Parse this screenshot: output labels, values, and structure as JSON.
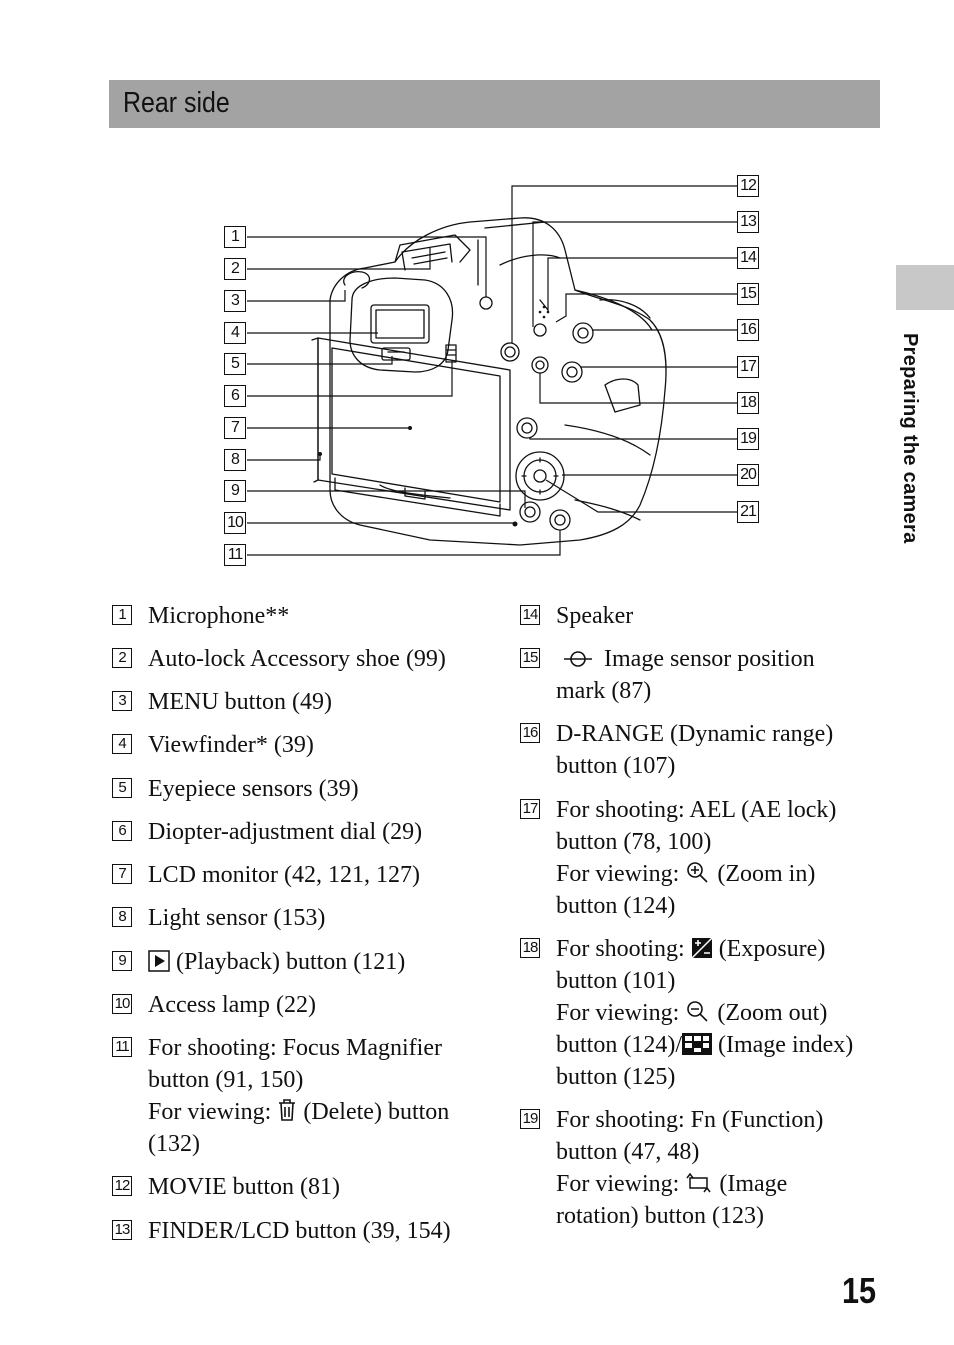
{
  "header": {
    "title": "Rear side"
  },
  "side_tab": {
    "label": "Preparing the camera"
  },
  "figure": {
    "callouts": [
      "1",
      "2",
      "3",
      "4",
      "5",
      "6",
      "7",
      "8",
      "9",
      "10",
      "11",
      "12",
      "13",
      "14",
      "15",
      "16",
      "17",
      "18",
      "19",
      "20",
      "21"
    ]
  },
  "items_left": [
    {
      "num": "1",
      "text": "Microphone**"
    },
    {
      "num": "2",
      "text": "Auto-lock Accessory shoe (99)"
    },
    {
      "num": "3",
      "text": "MENU button (49)"
    },
    {
      "num": "4",
      "text": "Viewfinder* (39)"
    },
    {
      "num": "5",
      "text": "Eyepiece sensors (39)"
    },
    {
      "num": "6",
      "text": "Diopter-adjustment dial (29)"
    },
    {
      "num": "7",
      "text": "LCD monitor (42, 121, 127)"
    },
    {
      "num": "8",
      "text": "Light sensor (153)"
    },
    {
      "num": "9",
      "text": "(Playback) button (121)"
    },
    {
      "num": "10",
      "text": "Access lamp (22)"
    },
    {
      "num": "11",
      "text_a": "For shooting: Focus Magnifier\nbutton (91, 150)\nFor viewing: ",
      "text_b": " (Delete) button\n(132)"
    },
    {
      "num": "12",
      "text": "MOVIE button (81)"
    },
    {
      "num": "13",
      "text": "FINDER/LCD button (39, 154)"
    }
  ],
  "items_right": [
    {
      "num": "14",
      "text": "Speaker"
    },
    {
      "num": "15",
      "text": "Image sensor position\nmark (87)"
    },
    {
      "num": "16",
      "text": "D-RANGE (Dynamic range)\nbutton (107)"
    },
    {
      "num": "17",
      "text_a": "For shooting: AEL (AE lock)\nbutton (78, 100)\nFor viewing: ",
      "text_b": " (Zoom in)\nbutton (124)"
    },
    {
      "num": "18",
      "text_a": "For shooting: ",
      "text_b": " (Exposure)\nbutton (101)\nFor viewing: ",
      "text_c": " (Zoom out)\nbutton (124)/",
      "text_d": " (Image index)\nbutton (125)"
    },
    {
      "num": "19",
      "text_a": "For shooting: Fn (Function)\nbutton (47, 48)\nFor viewing: ",
      "text_b": " (Image\nrotation) button (123)"
    }
  ],
  "page_number": "15"
}
